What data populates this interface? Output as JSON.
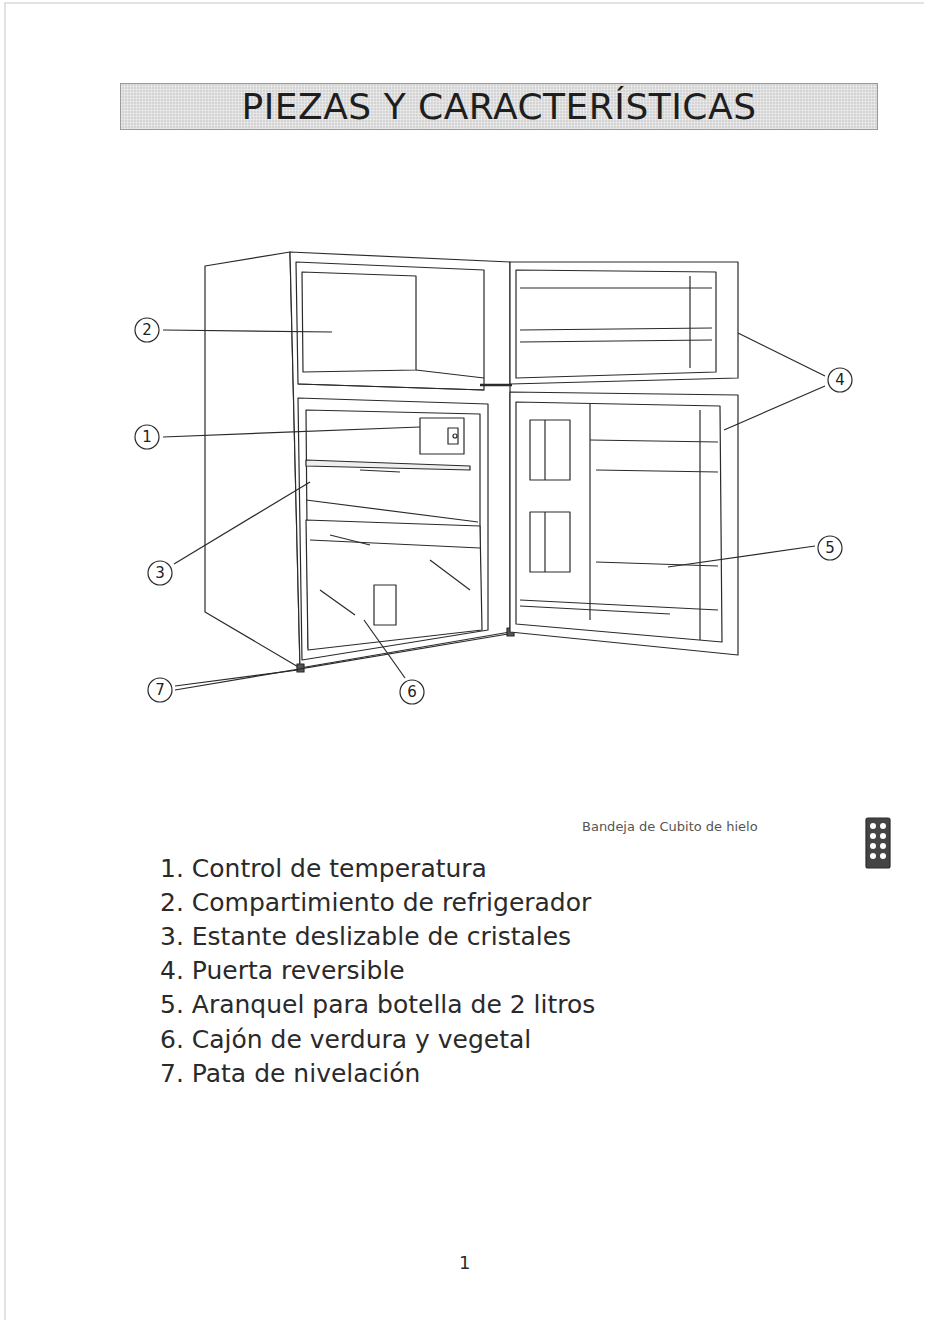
{
  "diagram": {
    "title": "PIEZAS Y CARACTERÍSTICAS",
    "nodes": [
      {
        "text": [
          "2"
        ]
      },
      {
        "text": [
          "4"
        ]
      },
      {
        "text": [
          "1"
        ]
      },
      {
        "text": [
          "5"
        ]
      },
      {
        "text": [
          "3"
        ]
      },
      {
        "text": [
          "7"
        ]
      },
      {
        "text": [
          "6"
        ]
      }
    ],
    "labels": [
      "Bandeja de Cubito de hielo",
      "1. Control de temperatura",
      "2. Compartimiento de refrigerador",
      "3. Estante deslizable de cristales",
      "4. Puerta reversible",
      "5. Aranquel para botella de 2 litros",
      "6. Cajón de verdura y vegetal",
      "7. Pata de nivelación",
      "1"
    ]
  }
}
